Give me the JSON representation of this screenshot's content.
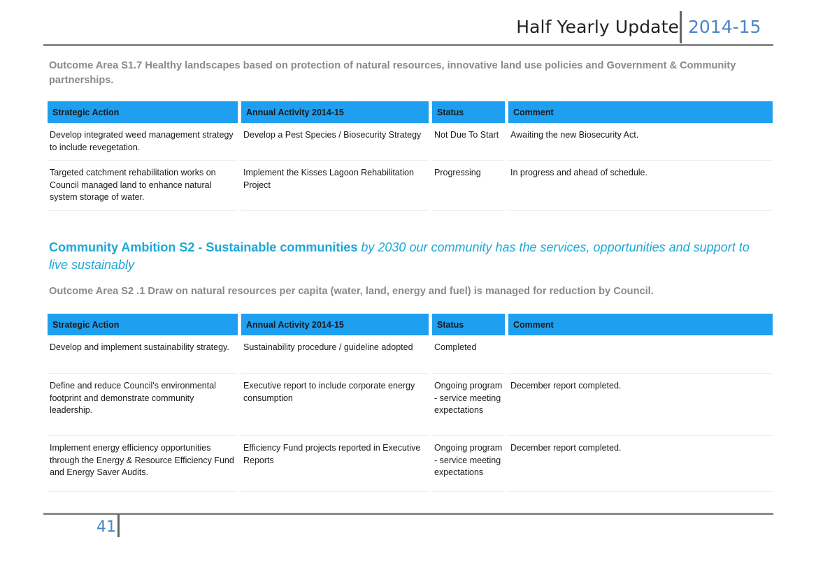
{
  "header": {
    "title": "Half Yearly Update",
    "year": "2014-15"
  },
  "section1": {
    "outcome_title": "Outcome Area S1.7 Healthy landscapes based on protection of natural resources, innovative land use policies and Government & Community partnerships.",
    "columns": [
      "Strategic Action",
      "Annual Activity 2014-15",
      "Status",
      "Comment"
    ],
    "rows": [
      {
        "strategic_action": "Develop integrated weed management strategy to include revegetation.",
        "annual_activity": "Develop a Pest Species / Biosecurity Strategy",
        "status": "Not Due To Start",
        "comment": "Awaiting the new Biosecurity Act."
      },
      {
        "strategic_action": "Targeted catchment rehabilitation works on Council managed land to enhance natural system storage of water.",
        "annual_activity": "Implement the Kisses Lagoon Rehabilitation Project",
        "status": "Progressing",
        "comment": "In progress and ahead of schedule."
      }
    ]
  },
  "ambition": {
    "title_strong": "Community Ambition S2 - Sustainable communities",
    "title_rest": " by 2030 our community has the services, opportunities and support to live sustainably"
  },
  "section2": {
    "outcome_title": "Outcome Area S2 .1 Draw on natural resources per capita (water, land, energy and fuel) is managed for reduction by Council.",
    "columns": [
      "Strategic Action",
      "Annual Activity 2014-15",
      "Status",
      "Comment"
    ],
    "rows": [
      {
        "strategic_action": "Develop and implement sustainability strategy.",
        "annual_activity": "Sustainability procedure / guideline adopted",
        "status": "Completed",
        "comment": ""
      },
      {
        "strategic_action": "Define and reduce Council's environmental footprint and demonstrate community leadership.",
        "annual_activity": "Executive report to include corporate energy consumption",
        "status": "Ongoing program - service meeting expectations",
        "comment": "December report completed."
      },
      {
        "strategic_action": "Implement energy efficiency opportunities through the Energy & Resource Efficiency Fund and Energy Saver Audits.",
        "annual_activity": "Efficiency Fund projects reported in Executive Reports",
        "status": "Ongoing program - service meeting expectations",
        "comment": "December report completed."
      }
    ]
  },
  "footer": {
    "page_number": "41"
  }
}
